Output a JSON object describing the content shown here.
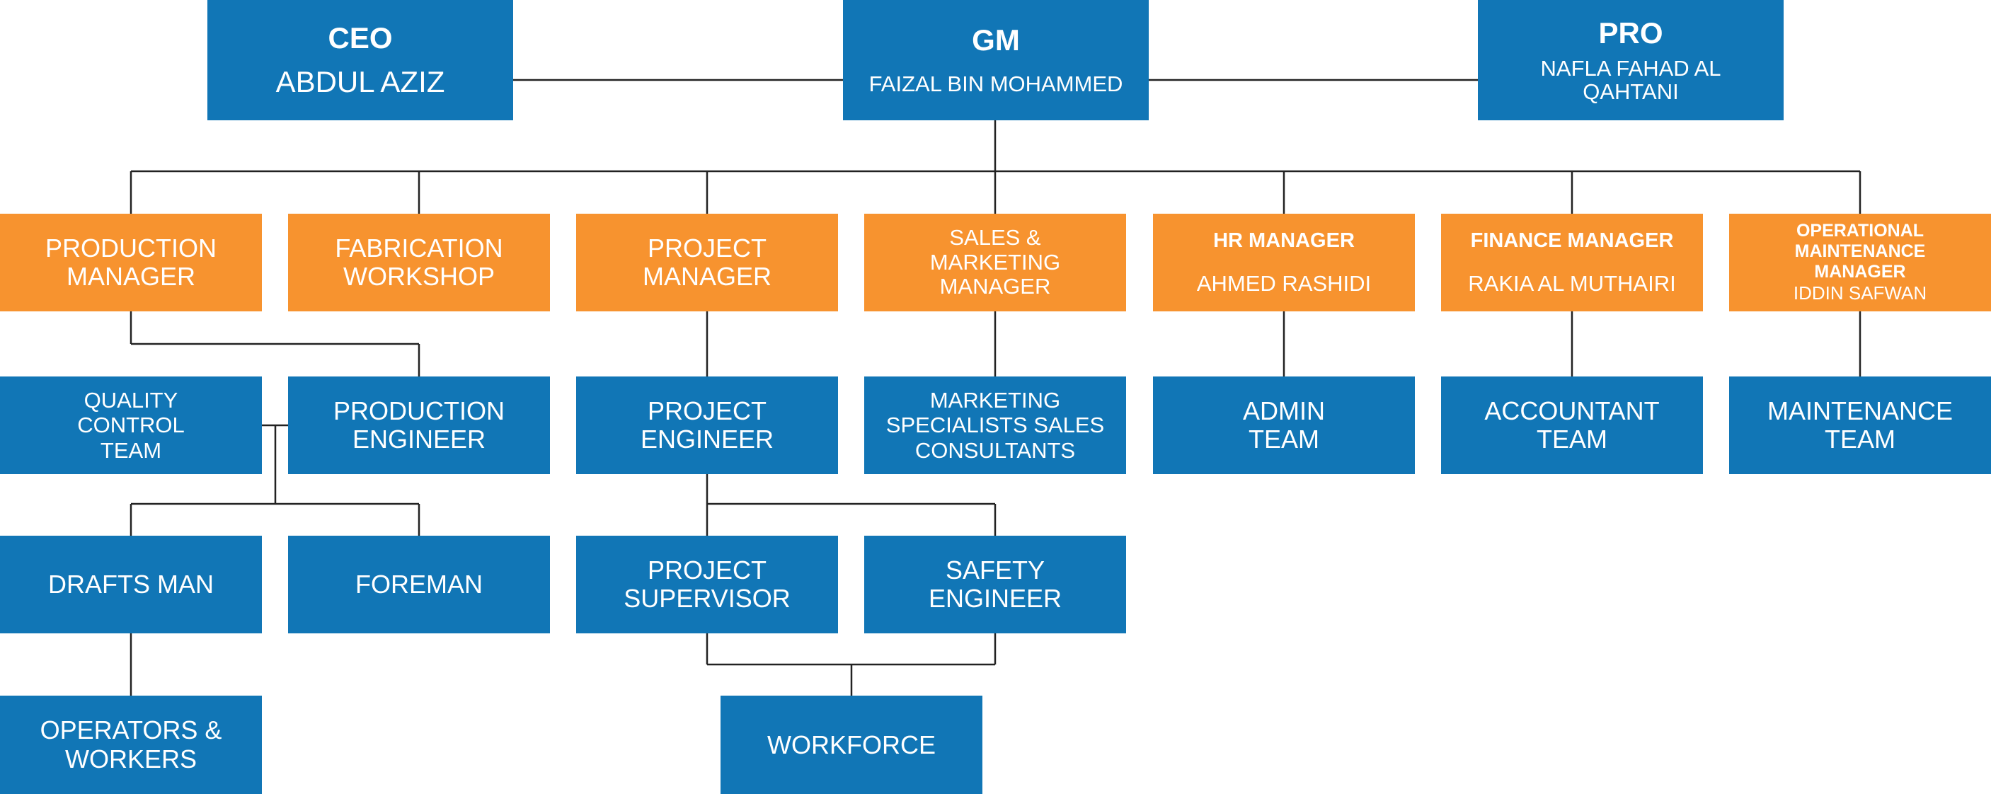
{
  "colors": {
    "blue": "#1176b6",
    "orange": "#f7932f",
    "line": "#222222"
  },
  "top": {
    "ceo": {
      "title": "CEO",
      "name": "ABDUL AZIZ"
    },
    "gm": {
      "title": "GM",
      "name": "FAIZAL BIN MOHAMMED"
    },
    "pro": {
      "title": "PRO",
      "name": "NAFLA FAHAD AL\nQAHTANI"
    }
  },
  "managers": {
    "production": "PRODUCTION\nMANAGER",
    "fabrication": "FABRICATION\nWORKSHOP",
    "project": "PROJECT\nMANAGER",
    "sales": "SALES &\nMARKETING\nMANAGER",
    "hr": {
      "title": "HR MANAGER",
      "name": "AHMED RASHIDI"
    },
    "finance": {
      "title": "FINANCE MANAGER",
      "name": "RAKIA AL MUTHAIRI"
    },
    "operational": {
      "title": "OPERATIONAL\nMAINTENANCE\nMANAGER",
      "name": "IDDIN SAFWAN"
    }
  },
  "teams": {
    "quality": "QUALITY\nCONTROL\nTEAM",
    "production_engineer": "PRODUCTION\nENGINEER",
    "project_engineer": "PROJECT\nENGINEER",
    "marketing": "MARKETING\nSPECIALISTS SALES\nCONSULTANTS",
    "admin": "ADMIN\nTEAM",
    "accountant": "ACCOUNTANT\nTEAM",
    "maintenance": "MAINTENANCE\nTEAM",
    "drafts": "DRAFTS MAN",
    "foreman": "FOREMAN",
    "supervisor": "PROJECT\nSUPERVISOR",
    "safety": "SAFETY\nENGINEER",
    "operators": "OPERATORS &\nWORKERS",
    "workforce": "WORKFORCE"
  }
}
